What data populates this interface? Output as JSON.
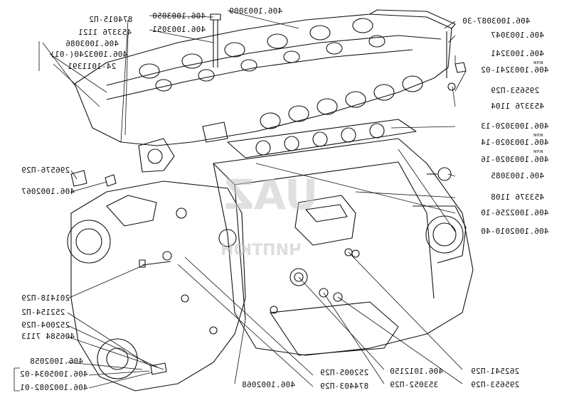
{
  "watermark": {
    "logo": "UAZ",
    "text": "ЧИПТЮН"
  },
  "callouts": {
    "c01": "874015-П2",
    "c02": "453376 1121",
    "c03": "406.1003086",
    "c04": "406.1003240(-01)",
    "c05": "24-1011391",
    "c06": "406.1003050",
    "c07": "406.1003051",
    "c08": "406.1003009",
    "c09": "406.1003087-30",
    "c10": "406.1003047",
    "c11": "406.1003241",
    "c12": "406.1003241-02",
    "c13": "295653-П29",
    "c14": "453376 1104",
    "c15": "406.1003020-13",
    "c16": "406.1003020-14",
    "c17": "406.1003020-16",
    "c18": "406.1003085",
    "c19": "453376 1108",
    "c20": "406.1002256-10",
    "c21": "406.1002010-40",
    "c22": "296576-П29",
    "c23": "406.1002067",
    "c24": "201418-П29",
    "c25": "252154-П2",
    "c26": "252004-П29",
    "c27": "406584 7113",
    "c28": "406.1002058",
    "c29": "406.1005034-02",
    "c30": "406.1002082-01",
    "c31": "406.1002068",
    "c32": "252005-П29",
    "c33": "874403-П29",
    "c34": "406.1012150",
    "c35": "353052-П29",
    "c36": "262541-П29",
    "c37": "295653-П29"
  },
  "ili_words": {
    "i1": "или",
    "i2": "или",
    "i3": "или"
  }
}
